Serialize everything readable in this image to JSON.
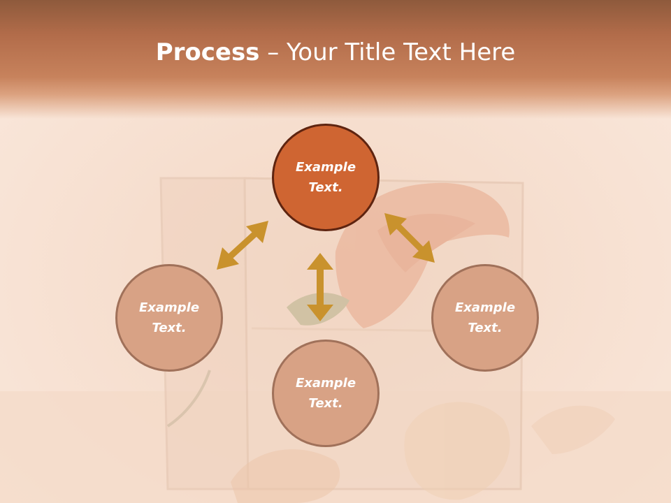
{
  "title": {
    "bold": "Process",
    "light": " – Your Title Text Here"
  },
  "colors": {
    "title_band": "#b26c4a",
    "main_node_fill": "#cf6532",
    "main_node_border": "#5e2410",
    "sub_node_fill": "#d8a285",
    "sub_node_border": "#a0715a",
    "arrow": "#c9922d",
    "text": "#ffffff"
  },
  "nodes": {
    "top": {
      "label": "Example Text."
    },
    "left": {
      "label": "Example Text."
    },
    "right": {
      "label": "Example Text."
    },
    "bottom": {
      "label": "Example Text."
    }
  },
  "arrows": [
    {
      "name": "double-arrow-top-left",
      "connects": [
        "top",
        "left"
      ]
    },
    {
      "name": "double-arrow-top-right",
      "connects": [
        "top",
        "right"
      ]
    },
    {
      "name": "double-arrow-top-bottom",
      "connects": [
        "top",
        "bottom"
      ]
    }
  ],
  "background": {
    "image": "glass-vase-with-rose-photo"
  }
}
